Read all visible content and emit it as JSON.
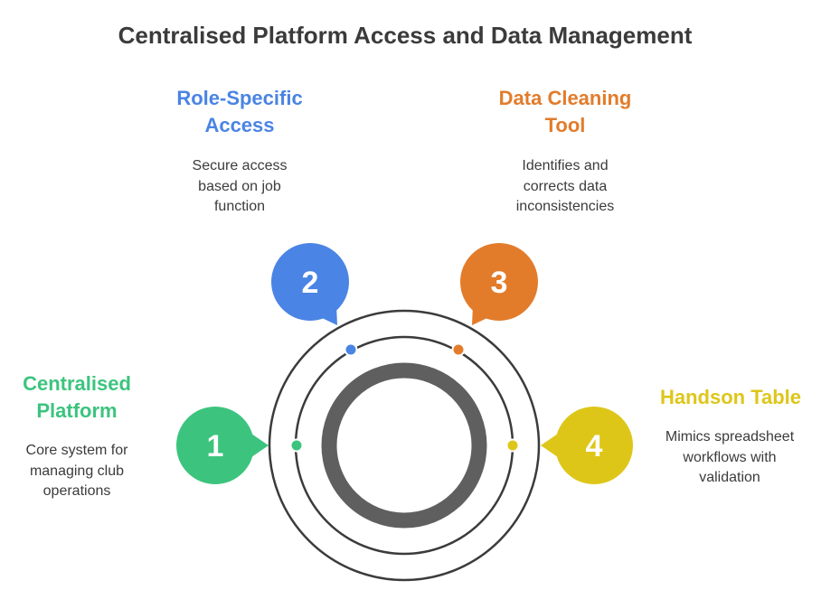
{
  "title": "Centralised Platform Access and Data Management",
  "colors": {
    "step1": "#3cc47e",
    "step2": "#4a84e4",
    "step3": "#e27c2b",
    "step4": "#dec619",
    "ring": "#3b3b3b",
    "inner_ring": "#5f5f5f"
  },
  "steps": [
    {
      "number": "1",
      "title_lines": [
        "Centralised",
        "Platform"
      ],
      "desc_lines": [
        "Core system for",
        "managing club",
        "operations"
      ]
    },
    {
      "number": "2",
      "title_lines": [
        "Role-Specific",
        "Access"
      ],
      "desc_lines": [
        "Secure access",
        "based on job",
        "function"
      ]
    },
    {
      "number": "3",
      "title_lines": [
        "Data Cleaning",
        "Tool"
      ],
      "desc_lines": [
        "Identifies and",
        "corrects data",
        "inconsistencies"
      ]
    },
    {
      "number": "4",
      "title_lines": [
        "Handson Table"
      ],
      "desc_lines": [
        "Mimics spreadsheet",
        "workflows with",
        "validation"
      ]
    }
  ]
}
